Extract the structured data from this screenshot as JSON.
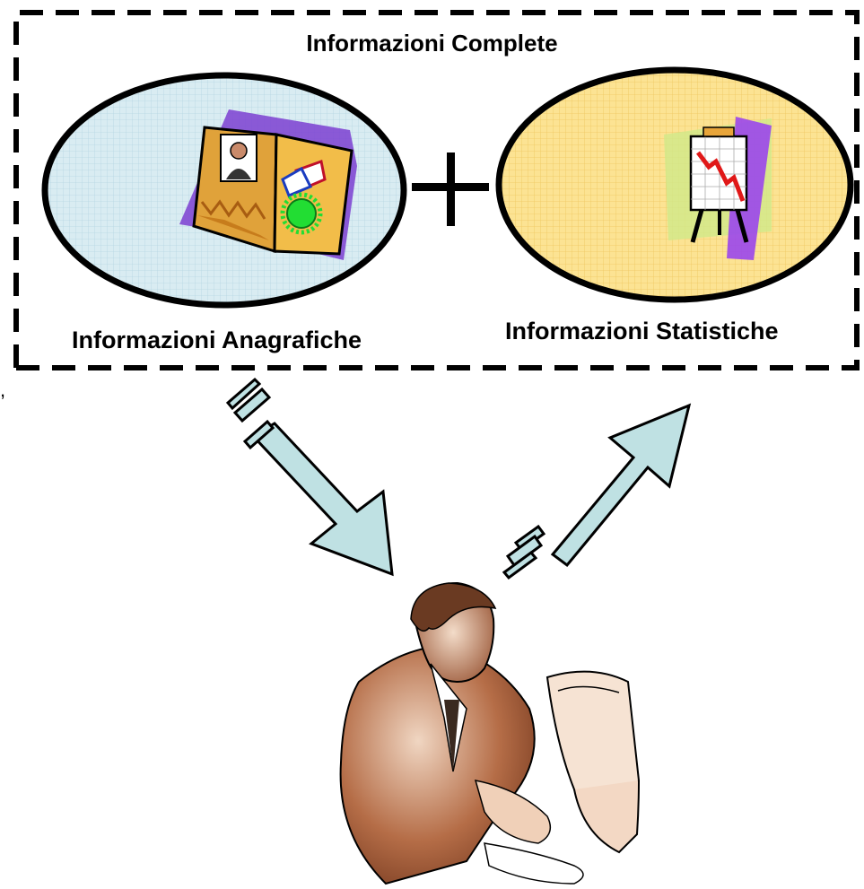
{
  "diagram": {
    "title": "Informazioni Complete",
    "left_label": "Informazioni Anagrafiche",
    "right_label": "Informazioni Statistiche",
    "stray_mark": ",",
    "operator_symbol": "+"
  },
  "colors": {
    "left_ellipse_fill": "#d7eaf0",
    "right_ellipse_fill": "#fbe08a",
    "arrow_fill": "#bfe1e3",
    "dashed_border": "#000000"
  },
  "icons": {
    "left": "address-book-icon",
    "right": "chart-easel-icon",
    "person": "man-at-computer-icon"
  }
}
